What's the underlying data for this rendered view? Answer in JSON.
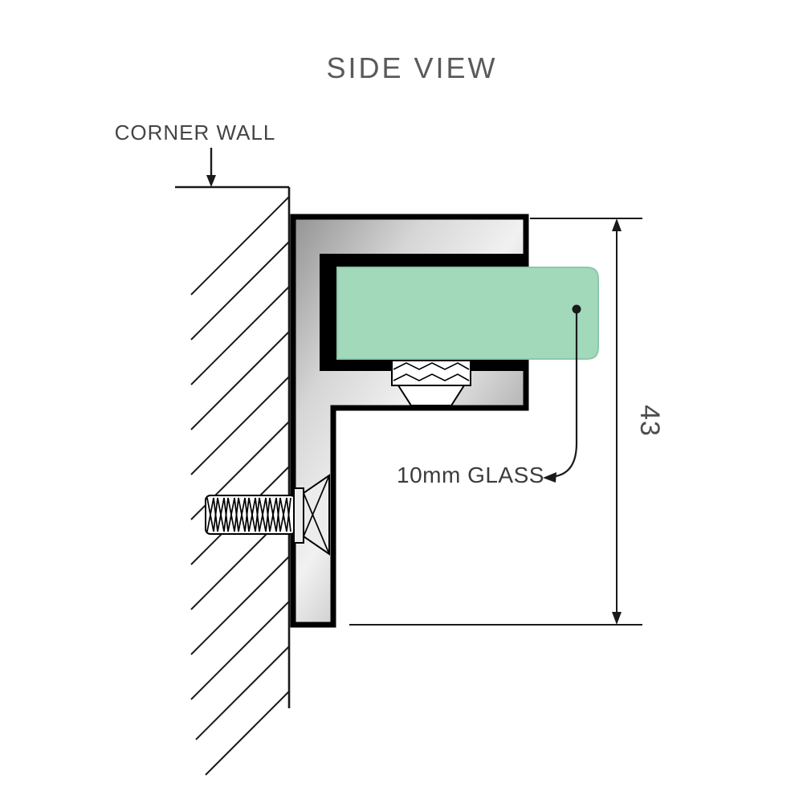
{
  "title": "SIDE VIEW",
  "annotations": {
    "corner_wall": "CORNER WALL",
    "glass_label": "10mm GLASS",
    "height_dimension": "43"
  },
  "colors": {
    "glass": "#a3d9bb",
    "glass_edge": "#8cc8aa",
    "line": "#1a1a1a",
    "text": "#4a4a4a",
    "text_dark": "#3c3c3c"
  }
}
